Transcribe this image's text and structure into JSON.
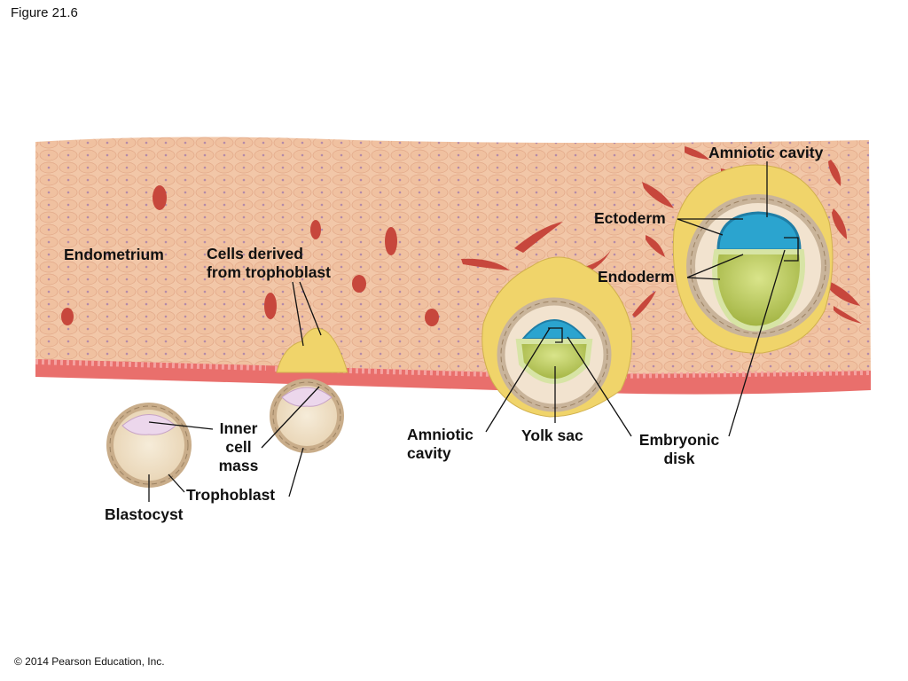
{
  "figure_label": "Figure 21.6",
  "copyright": "© 2014 Pearson Education, Inc.",
  "labels": {
    "endometrium": "Endometrium",
    "cells_derived_line1": "Cells derived",
    "cells_derived_line2": "from trophoblast",
    "inner_cell_mass_line1": "Inner",
    "inner_cell_mass_line2": "cell",
    "inner_cell_mass_line3": "mass",
    "trophoblast": "Trophoblast",
    "blastocyst": "Blastocyst",
    "amniotic_cavity_line1": "Amniotic",
    "amniotic_cavity_line2": "cavity",
    "yolk_sac": "Yolk sac",
    "embryonic_disk_line1": "Embryonic",
    "embryonic_disk_line2": "disk",
    "amniotic_cavity_top": "Amniotic cavity",
    "ectoderm": "Ectoderm",
    "endoderm": "Endoderm"
  }
}
